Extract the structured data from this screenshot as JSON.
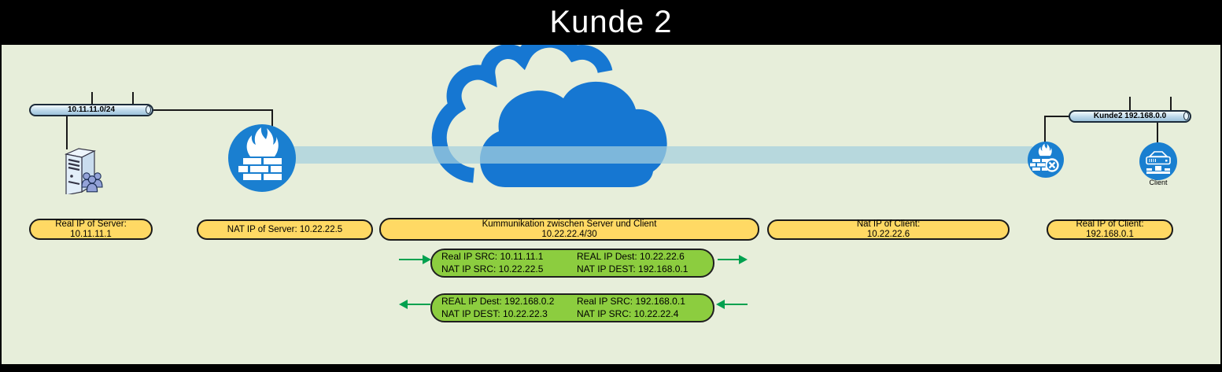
{
  "title": "Kunde 2",
  "colors": {
    "background": "#e7eeda",
    "title_bar": "#000000",
    "node_blue": "#1a7fd0",
    "cloud_blue": "#1677d2",
    "link_band": "#a5d0de",
    "label_yellow": "#ffd964",
    "flow_green": "#8ccd3f",
    "arrow_green": "#00a14f"
  },
  "networks": {
    "left": {
      "label": "10.11.11.0/24"
    },
    "right": {
      "label": "Kunde2 192.168.0.0"
    }
  },
  "icons": {
    "server": "server-with-users-icon",
    "firewall_left": "firewall-icon",
    "firewall_right": "firewall-nat-icon",
    "cloud": "cloud-icon",
    "client": "client-device-icon"
  },
  "client_caption": "Client",
  "labels": [
    {
      "id": "real-ip-server",
      "lines": [
        "Real IP of Server:",
        "10.11.11.1"
      ]
    },
    {
      "id": "nat-ip-server",
      "lines": [
        "NAT IP of Server: 10.22.22.5"
      ]
    },
    {
      "id": "kommunikation",
      "lines": [
        "Kummunikation zwischen Server und Client",
        "10.22.22.4/30"
      ]
    },
    {
      "id": "nat-ip-client",
      "lines": [
        "Nat IP of Client:",
        "10.22.22.6"
      ]
    },
    {
      "id": "real-ip-client",
      "lines": [
        "Real IP of Client:",
        "192.168.0.1"
      ]
    }
  ],
  "flows": [
    {
      "direction": "right",
      "left_col": {
        "line1": "Real IP SRC: 10.11.11.1",
        "line2": "NAT IP SRC: 10.22.22.5"
      },
      "right_col": {
        "line1": "REAL IP Dest: 10.22.22.6",
        "line2": "NAT IP DEST: 192.168.0.1"
      }
    },
    {
      "direction": "left",
      "left_col": {
        "line1": "REAL IP Dest: 192.168.0.2",
        "line2": "NAT IP DEST: 10.22.22.3"
      },
      "right_col": {
        "line1": "Real IP SRC: 192.168.0.1",
        "line2": "NAT IP SRC: 10.22.22.4"
      }
    }
  ]
}
